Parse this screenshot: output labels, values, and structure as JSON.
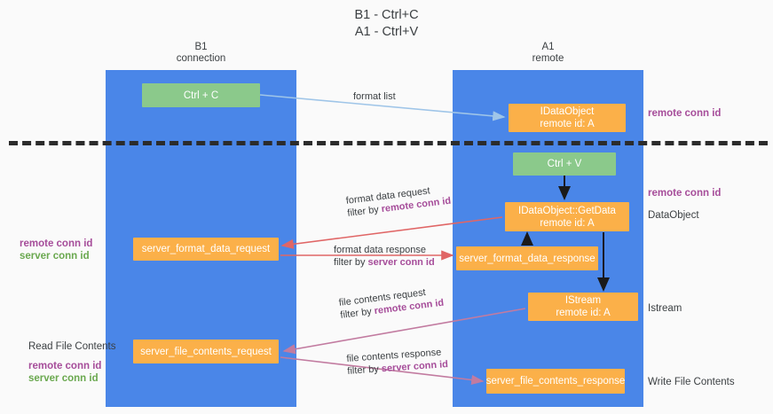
{
  "title": {
    "line1": "B1 - Ctrl+C",
    "line2": "A1 - Ctrl+V"
  },
  "columns": [
    {
      "name": "B1",
      "subtitle": "connection"
    },
    {
      "name": "A1",
      "subtitle": "remote"
    }
  ],
  "nodes": {
    "ctrl_c": {
      "label": "Ctrl + C",
      "color": "#8bc98b"
    },
    "idataobject": {
      "line1": "IDataObject",
      "line2": "remote id: A",
      "color": "#fbb049"
    },
    "ctrl_v": {
      "label": "Ctrl + V",
      "color": "#8bc98b"
    },
    "getdata": {
      "line1": "IDataObject::GetData",
      "line2": "remote id: A",
      "color": "#fbb049"
    },
    "server_format_data_request": {
      "label": "server_format_data_request",
      "color": "#fbb049"
    },
    "server_format_data_response": {
      "label": "server_format_data_response",
      "color": "#fbb049"
    },
    "istream": {
      "line1": "IStream",
      "line2": "remote id: A",
      "color": "#fbb049"
    },
    "server_file_contents_request": {
      "label": "server_file_contents_request",
      "color": "#fbb049"
    },
    "server_file_contents_response": {
      "label": "server_file_contents_response",
      "color": "#fbb049"
    }
  },
  "edges": {
    "format_list": {
      "line1": "format list",
      "line2": ""
    },
    "format_data_request": {
      "line1": "format data request",
      "prefix": "filter by ",
      "key": "remote conn id",
      "key_color": "#a64d9a"
    },
    "format_data_response": {
      "line1": "format data response",
      "prefix": "filter by ",
      "key": "server conn id",
      "key_color": "#a64d9a"
    },
    "file_contents_request": {
      "line1": "file contents request",
      "prefix": "filter by ",
      "key": "remote conn id",
      "key_color": "#a64d9a"
    },
    "file_contents_response": {
      "line1": "file contents response",
      "prefix": "filter by ",
      "key": "server conn id",
      "key_color": "#a64d9a"
    }
  },
  "side_labels": {
    "remote_conn_id_top": "remote conn id",
    "remote_conn_id_mid": "remote conn id",
    "dataobject": "DataObject",
    "istream": "Istream",
    "write_file_contents": "Write File Contents",
    "left_mid_remote": "remote conn id",
    "left_mid_server": "server conn id",
    "read_file_contents": "Read File Contents",
    "left_bottom_remote": "remote conn id",
    "left_bottom_server": "server conn id"
  },
  "colors": {
    "lane": "#4a86e8",
    "green_node": "#8bc98b",
    "orange_node": "#fbb049",
    "purple_text": "#a64d9a",
    "green_text": "#6aa84f",
    "arrow_blue": "#9fc5e8",
    "arrow_red": "#e06666",
    "arrow_magenta": "#c27ba0",
    "arrow_black": "#1a1a1a",
    "divider": "#2b2b2b",
    "background": "#fafafa"
  }
}
